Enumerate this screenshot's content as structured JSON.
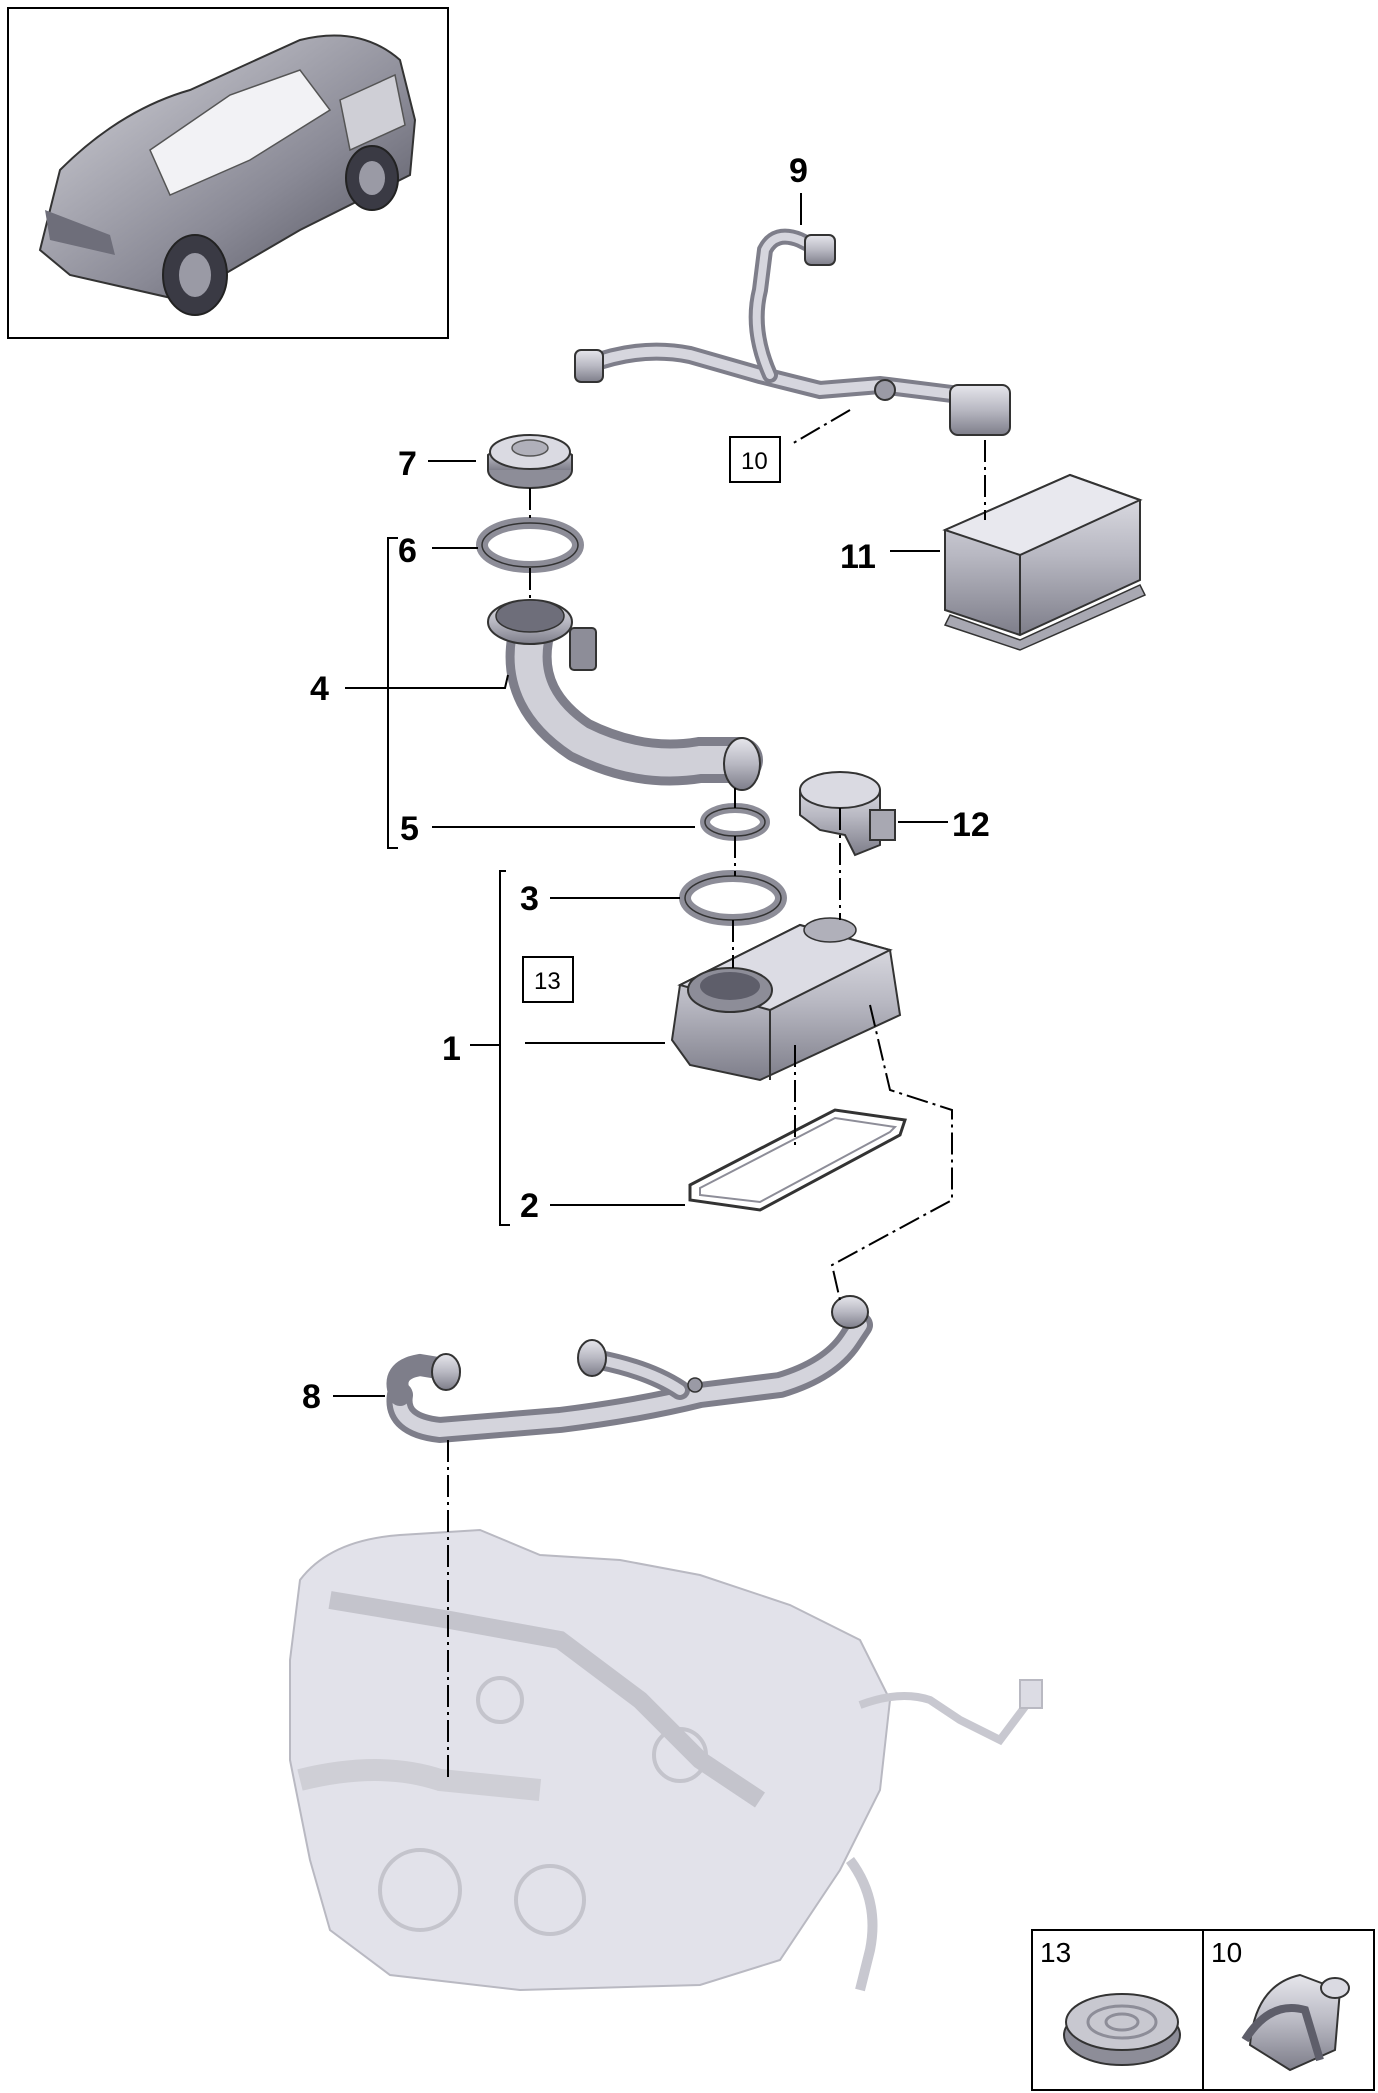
{
  "callouts": {
    "c1": "1",
    "c2": "2",
    "c3": "3",
    "c4": "4",
    "c5": "5",
    "c6": "6",
    "c7": "7",
    "c8": "8",
    "c9": "9",
    "c11": "11",
    "c12": "12"
  },
  "boxed_refs": {
    "b10": "10",
    "b13": "13"
  },
  "legend": {
    "left_label": "13",
    "right_label": "10"
  },
  "colors": {
    "part_fill": "#c4c4cc",
    "part_dark": "#8d8d98",
    "ghost_engine": "#e2e2ea",
    "line": "#000000"
  }
}
